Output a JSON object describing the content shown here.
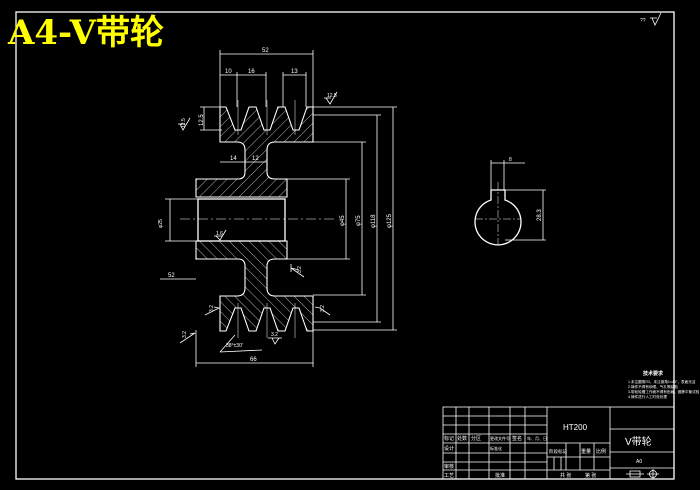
{
  "title": "A4-V带轮",
  "corner_roughness": {
    "prefix": "??",
    "symbol": "roughness-icon"
  },
  "main_view": {
    "dims": {
      "overall_width": "52",
      "left_offset": "10",
      "groove_pitch": "16",
      "right_offset": "13",
      "rim_depth": "12.5",
      "web_left": "14",
      "web_thick": "12",
      "hub_length": "66",
      "hub_left": "52",
      "groove_angle": "38°±30'",
      "dia_bore": "φ45",
      "dia_web": "φ75",
      "dia_pitch": "φ118",
      "dia_outer": "φ125",
      "bore_left": "φ25"
    },
    "roughness": [
      "12.5",
      "12.5",
      "1.6",
      "3.2",
      "3.2",
      "3.2",
      "3.2",
      "3.2"
    ]
  },
  "side_view": {
    "keyway_width": "8",
    "keyway_depth": "28.3"
  },
  "tech_requirements": {
    "heading": "技术要求",
    "lines": [
      "1.未注圆角R3，未注倒角1×45°，表面光洁",
      "2.铸件不得有砂眼、气孔等缺陷",
      "3.带轮轮槽工作面不得有伤痕，做静平衡试验",
      "4.铸件进行人工时效处理"
    ]
  },
  "title_block": {
    "material": "HT200",
    "part_name": "V带轮",
    "drawing_no": "A0",
    "labels": {
      "mark": "标记",
      "count": "处数",
      "zone": "分区",
      "change_doc": "更改文件号",
      "sign": "签名",
      "date": "年、月、日",
      "design": "设计",
      "standard": "标准化",
      "stage": "阶段标记",
      "weight": "重量",
      "scale": "比例",
      "review": "审核",
      "process": "工艺",
      "approve": "批准",
      "total": "共 张",
      "sheet": "第 张"
    }
  }
}
